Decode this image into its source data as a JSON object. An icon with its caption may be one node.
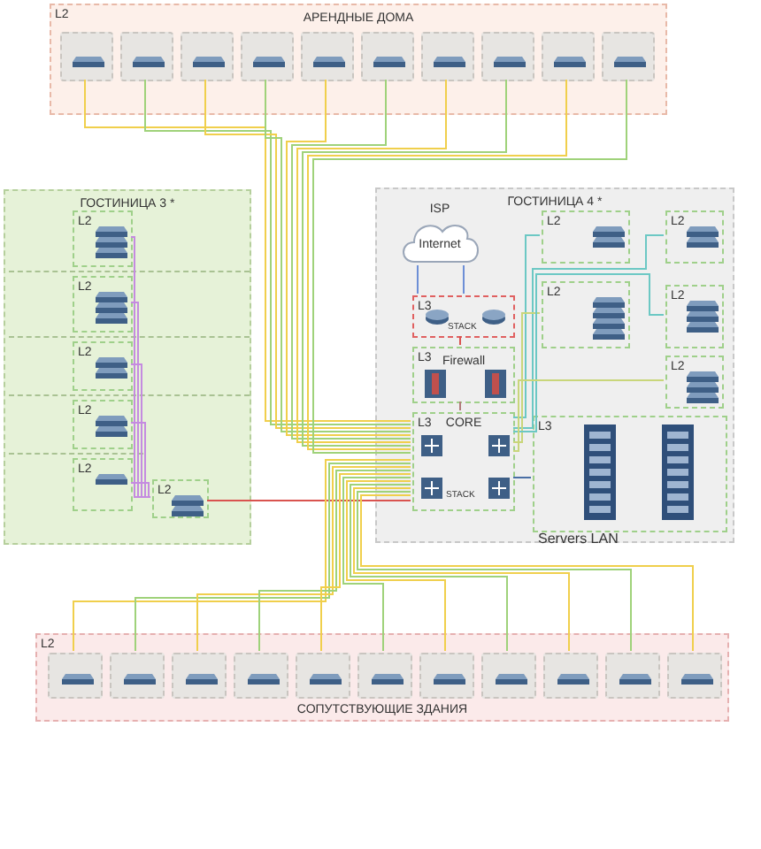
{
  "diagram": {
    "nodes": [
      {
        "text": [
          "L2",
          "АРЕНДНЫЕ ДОМА"
        ]
      },
      {
        "text": [],
        "shape": "box",
        "in": 0
      },
      {
        "text": [],
        "shape": "box",
        "in": 0
      },
      {
        "text": [],
        "shape": "box",
        "in": 0
      },
      {
        "text": [],
        "shape": "box",
        "in": 0
      },
      {
        "text": [],
        "shape": "box",
        "in": 0
      },
      {
        "text": [],
        "shape": "box",
        "in": 0
      },
      {
        "text": [],
        "shape": "box",
        "in": 0
      },
      {
        "text": [],
        "shape": "box",
        "in": 0
      },
      {
        "text": [],
        "shape": "box",
        "in": 0
      },
      {
        "text": [],
        "shape": "box",
        "in": 0
      },
      {
        "text": [
          "ГОСТИНИЦА 3 *"
        ]
      },
      {
        "text": [
          "L2"
        ],
        "in": 11
      },
      {
        "text": [
          "L2"
        ],
        "in": 11
      },
      {
        "text": [
          "L2"
        ],
        "in": 11
      },
      {
        "text": [
          "L2"
        ],
        "in": 11
      },
      {
        "text": [
          "L2"
        ],
        "in": 11
      },
      {
        "text": [
          "L2"
        ],
        "in": 11
      },
      {
        "text": [
          "ГОСТИНИЦА 4 *"
        ]
      },
      {
        "text": [
          "Internet"
        ],
        "beside": [
          "ISP"
        ],
        "in": 18
      },
      {
        "text": [
          "L3"
        ],
        "in": 18
      },
      {
        "text": [
          "L3",
          "Firewall"
        ],
        "in": 18
      },
      {
        "text": [
          "L3",
          "CORE"
        ],
        "in": 18
      },
      {
        "text": [
          "L2"
        ],
        "in": 18
      },
      {
        "text": [
          "L2"
        ],
        "in": 18
      },
      {
        "text": [
          "L2"
        ],
        "in": 18
      },
      {
        "text": [
          "L2"
        ],
        "in": 18
      },
      {
        "text": [
          "L2"
        ],
        "in": 18
      },
      {
        "text": [
          "L3",
          "Servers LAN"
        ],
        "in": 18
      },
      {
        "text": [
          "L2",
          "СОПУТСТВУЮЩИЕ ЗДАНИЯ"
        ]
      },
      {
        "text": [],
        "shape": "box",
        "in": 29
      },
      {
        "text": [],
        "shape": "box",
        "in": 29
      },
      {
        "text": [],
        "shape": "box",
        "in": 29
      },
      {
        "text": [],
        "shape": "box",
        "in": 29
      },
      {
        "text": [],
        "shape": "box",
        "in": 29
      },
      {
        "text": [],
        "shape": "box",
        "in": 29
      },
      {
        "text": [],
        "shape": "box",
        "in": 29
      },
      {
        "text": [],
        "shape": "box",
        "in": 29
      },
      {
        "text": [],
        "shape": "box",
        "in": 29
      },
      {
        "text": [],
        "shape": "box",
        "in": 29
      },
      {
        "text": [],
        "shape": "box",
        "in": 29
      }
    ],
    "edges": [
      {
        "from": 1,
        "to": 22,
        "arrow": "none"
      },
      {
        "from": 2,
        "to": 22,
        "arrow": "none",
        "color": "#9fd27a"
      },
      {
        "from": 3,
        "to": 22,
        "arrow": "none"
      },
      {
        "from": 4,
        "to": 22,
        "arrow": "none",
        "color": "#9fd27a"
      },
      {
        "from": 5,
        "to": 22,
        "arrow": "none"
      },
      {
        "from": 6,
        "to": 22,
        "arrow": "none",
        "color": "#9fd27a"
      },
      {
        "from": 7,
        "to": 22,
        "arrow": "none"
      },
      {
        "from": 8,
        "to": 22,
        "arrow": "none",
        "color": "#9fd27a"
      },
      {
        "from": 9,
        "to": 22,
        "arrow": "none"
      },
      {
        "from": 10,
        "to": 22,
        "arrow": "none",
        "color": "#9fd27a"
      },
      {
        "from": 12,
        "to": 17,
        "arrow": "none",
        "color": "#c58be0"
      },
      {
        "from": 13,
        "to": 17,
        "arrow": "none",
        "color": "#c58be0"
      },
      {
        "from": 14,
        "to": 17,
        "arrow": "none",
        "color": "#c58be0"
      },
      {
        "from": 15,
        "to": 17,
        "arrow": "none",
        "color": "#c58be0"
      },
      {
        "from": 16,
        "to": 17,
        "arrow": "none",
        "color": "#c58be0"
      },
      {
        "from": 17,
        "to": 22,
        "arrow": "none",
        "color": "#d9534f"
      },
      {
        "from": 30,
        "to": 22,
        "arrow": "none"
      },
      {
        "from": 31,
        "to": 22,
        "arrow": "none",
        "color": "#9fd27a"
      },
      {
        "from": 32,
        "to": 22,
        "arrow": "none"
      },
      {
        "from": 33,
        "to": 22,
        "arrow": "none",
        "color": "#9fd27a"
      },
      {
        "from": 34,
        "to": 22,
        "arrow": "none"
      },
      {
        "from": 35,
        "to": 22,
        "arrow": "none",
        "color": "#9fd27a"
      },
      {
        "from": 36,
        "to": 22,
        "arrow": "none"
      },
      {
        "from": 37,
        "to": 22,
        "arrow": "none",
        "color": "#9fd27a"
      },
      {
        "from": 38,
        "to": 22,
        "arrow": "none"
      },
      {
        "from": 39,
        "to": 22,
        "arrow": "none",
        "color": "#9fd27a"
      },
      {
        "from": 40,
        "to": 22,
        "arrow": "none"
      },
      {
        "from": 19,
        "to": 20,
        "arrow": "none",
        "color": "#6d8fd6"
      },
      {
        "from": 19,
        "to": 20,
        "arrow": "none",
        "color": "#6d8fd6"
      },
      {
        "from": 20,
        "to": 21,
        "arrow": "none",
        "color": "#d9534f"
      },
      {
        "from": 21,
        "to": 22,
        "arrow": "none",
        "color": "#b07a7a"
      },
      {
        "from": 22,
        "to": 23,
        "arrow": "none",
        "color": "#6cc8c4"
      },
      {
        "from": 22,
        "to": 24,
        "arrow": "none",
        "color": "#6cc8c4"
      },
      {
        "from": 22,
        "to": 25,
        "arrow": "none",
        "color": "#c9d67a"
      },
      {
        "from": 22,
        "to": 26,
        "arrow": "none",
        "color": "#6cc8c4"
      },
      {
        "from": 22,
        "to": 27,
        "arrow": "none",
        "color": "#c9d67a"
      },
      {
        "from": 22,
        "to": 28,
        "arrow": "none",
        "color": "#4a6fa5"
      }
    ],
    "labels": [
      "STACK",
      "STACK"
    ]
  }
}
